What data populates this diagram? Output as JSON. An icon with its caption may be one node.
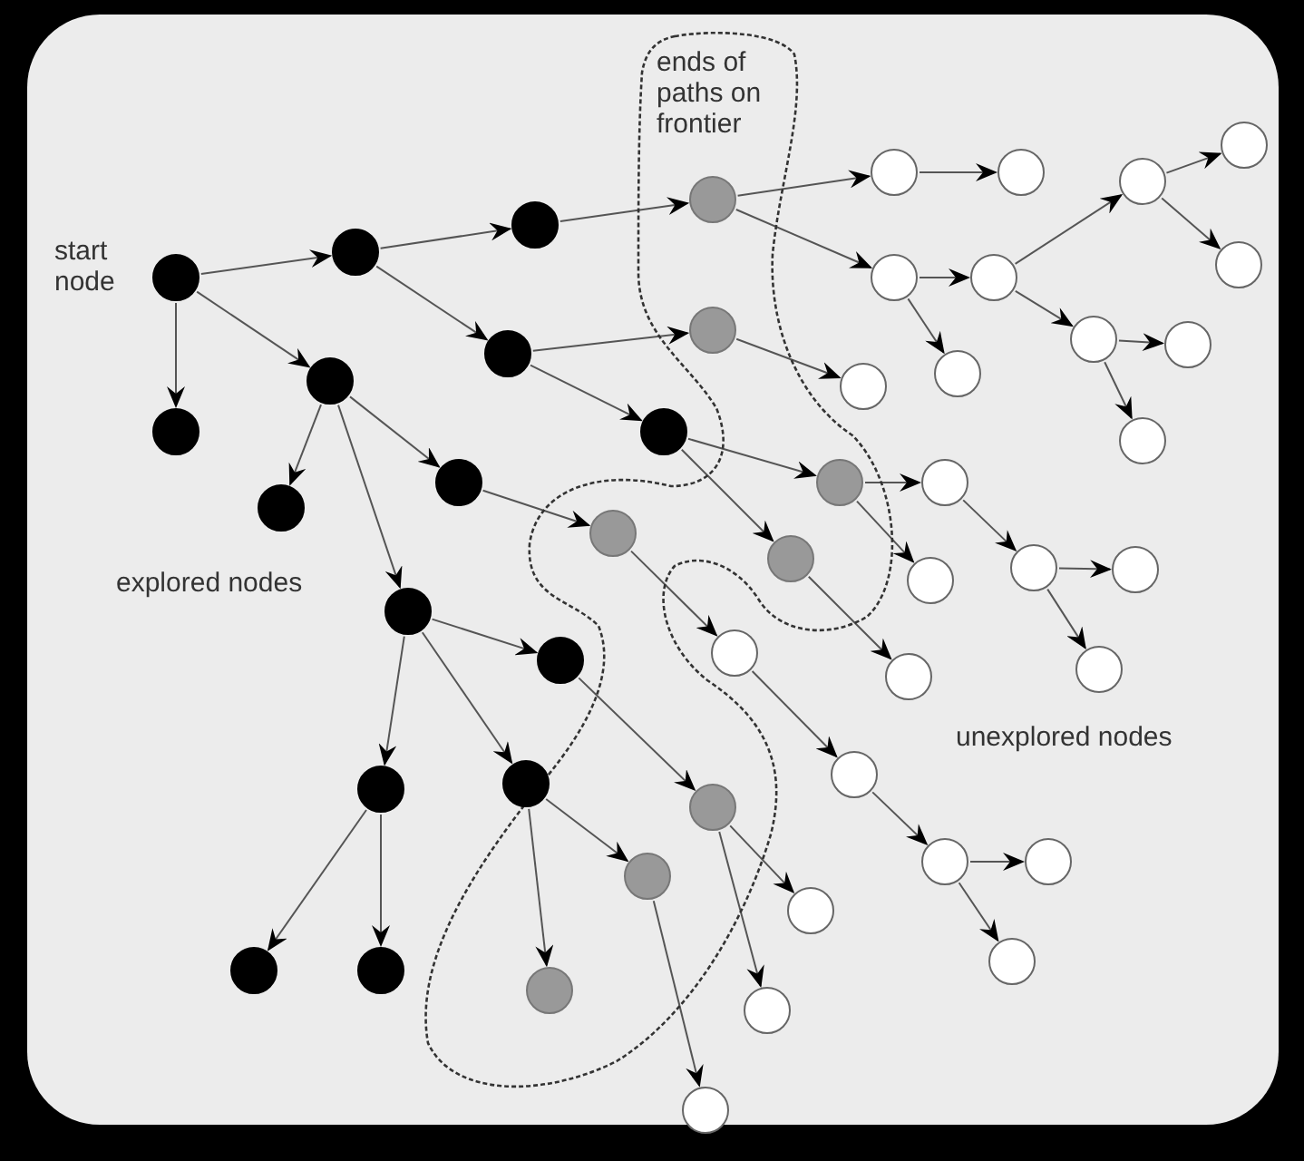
{
  "diagram": {
    "nodes": [
      {
        "text": [
          "ends of paths on frontier"
        ]
      },
      {
        "text": [],
        "shape": "circle",
        "beside": [
          "start node"
        ]
      },
      {
        "text": [],
        "shape": "circle"
      },
      {
        "text": [],
        "shape": "circle"
      },
      {
        "text": [],
        "shape": "circle"
      },
      {
        "text": [],
        "shape": "circle"
      },
      {
        "text": [],
        "shape": "circle"
      },
      {
        "text": [],
        "shape": "circle"
      },
      {
        "text": [],
        "shape": "circle"
      },
      {
        "text": [],
        "shape": "circle"
      },
      {
        "text": [],
        "shape": "circle"
      },
      {
        "text": [],
        "shape": "circle"
      },
      {
        "text": [],
        "shape": "circle"
      },
      {
        "text": [],
        "shape": "circle"
      },
      {
        "text": [],
        "shape": "circle"
      },
      {
        "text": [],
        "shape": "circle"
      },
      {
        "text": [],
        "shape": "circle",
        "in": 0
      },
      {
        "text": [],
        "shape": "circle",
        "in": 0
      },
      {
        "text": [],
        "shape": "circle",
        "in": 0
      },
      {
        "text": [],
        "shape": "circle",
        "in": 0
      },
      {
        "text": [],
        "shape": "circle",
        "in": 0
      },
      {
        "text": [],
        "shape": "circle",
        "in": 0
      },
      {
        "text": [],
        "shape": "circle",
        "in": 0
      },
      {
        "text": [],
        "shape": "circle",
        "in": 0
      },
      {
        "text": [],
        "shape": "circle"
      },
      {
        "text": [],
        "shape": "circle"
      },
      {
        "text": [],
        "shape": "circle"
      },
      {
        "text": [],
        "shape": "circle"
      },
      {
        "text": [],
        "shape": "circle"
      },
      {
        "text": [],
        "shape": "circle"
      },
      {
        "text": [],
        "shape": "circle"
      },
      {
        "text": [],
        "shape": "circle"
      },
      {
        "text": [],
        "shape": "circle"
      },
      {
        "text": [],
        "shape": "circle"
      },
      {
        "text": [],
        "shape": "circle"
      },
      {
        "text": [],
        "shape": "circle"
      },
      {
        "text": [],
        "shape": "circle"
      },
      {
        "text": [],
        "shape": "circle"
      },
      {
        "text": [],
        "shape": "circle"
      },
      {
        "text": [],
        "shape": "circle"
      },
      {
        "text": [],
        "shape": "circle"
      },
      {
        "text": [],
        "shape": "circle"
      },
      {
        "text": [],
        "shape": "circle"
      },
      {
        "text": [],
        "shape": "circle"
      },
      {
        "text": [],
        "shape": "circle"
      },
      {
        "text": [],
        "shape": "circle"
      },
      {
        "text": [],
        "shape": "circle"
      },
      {
        "text": [],
        "shape": "circle"
      },
      {
        "text": [],
        "shape": "circle"
      },
      {
        "text": [],
        "shape": "circle"
      }
    ],
    "edges": [
      {
        "from": 1,
        "to": 3,
        "arrow": "to"
      },
      {
        "from": 1,
        "to": 2,
        "arrow": "to"
      },
      {
        "from": 1,
        "to": 4,
        "arrow": "to"
      },
      {
        "from": 3,
        "to": 5,
        "arrow": "to"
      },
      {
        "from": 3,
        "to": 6,
        "arrow": "to"
      },
      {
        "from": 6,
        "to": 7,
        "arrow": "to"
      },
      {
        "from": 4,
        "to": 8,
        "arrow": "to"
      },
      {
        "from": 4,
        "to": 9,
        "arrow": "to"
      },
      {
        "from": 4,
        "to": 10,
        "arrow": "to"
      },
      {
        "from": 10,
        "to": 11,
        "arrow": "to"
      },
      {
        "from": 10,
        "to": 12,
        "arrow": "to"
      },
      {
        "from": 10,
        "to": 13,
        "arrow": "to"
      },
      {
        "from": 12,
        "to": 14,
        "arrow": "to"
      },
      {
        "from": 12,
        "to": 15,
        "arrow": "to"
      },
      {
        "from": 5,
        "to": 16,
        "arrow": "to"
      },
      {
        "from": 6,
        "to": 17,
        "arrow": "to"
      },
      {
        "from": 7,
        "to": 18,
        "arrow": "to"
      },
      {
        "from": 7,
        "to": 19,
        "arrow": "to"
      },
      {
        "from": 9,
        "to": 20,
        "arrow": "to"
      },
      {
        "from": 11,
        "to": 21,
        "arrow": "to"
      },
      {
        "from": 13,
        "to": 22,
        "arrow": "to"
      },
      {
        "from": 13,
        "to": 23,
        "arrow": "to"
      },
      {
        "from": 16,
        "to": 24,
        "arrow": "to"
      },
      {
        "from": 16,
        "to": 26,
        "arrow": "to"
      },
      {
        "from": 24,
        "to": 25,
        "arrow": "to"
      },
      {
        "from": 26,
        "to": 27,
        "arrow": "to"
      },
      {
        "from": 26,
        "to": 28,
        "arrow": "to"
      },
      {
        "from": 27,
        "to": 29,
        "arrow": "to"
      },
      {
        "from": 27,
        "to": 32,
        "arrow": "to"
      },
      {
        "from": 29,
        "to": 30,
        "arrow": "to"
      },
      {
        "from": 29,
        "to": 31,
        "arrow": "to"
      },
      {
        "from": 32,
        "to": 33,
        "arrow": "to"
      },
      {
        "from": 32,
        "to": 34,
        "arrow": "to"
      },
      {
        "from": 17,
        "to": 35,
        "arrow": "to"
      },
      {
        "from": 18,
        "to": 36,
        "arrow": "to"
      },
      {
        "from": 18,
        "to": 37,
        "arrow": "to"
      },
      {
        "from": 36,
        "to": 38,
        "arrow": "to"
      },
      {
        "from": 38,
        "to": 39,
        "arrow": "to"
      },
      {
        "from": 38,
        "to": 40,
        "arrow": "to"
      },
      {
        "from": 19,
        "to": 41,
        "arrow": "to"
      },
      {
        "from": 20,
        "to": 42,
        "arrow": "to"
      },
      {
        "from": 42,
        "to": 43,
        "arrow": "to"
      },
      {
        "from": 43,
        "to": 44,
        "arrow": "to"
      },
      {
        "from": 44,
        "to": 45,
        "arrow": "to"
      },
      {
        "from": 44,
        "to": 46,
        "arrow": "to"
      },
      {
        "from": 21,
        "to": 47,
        "arrow": "to"
      },
      {
        "from": 21,
        "to": 48,
        "arrow": "to"
      },
      {
        "from": 22,
        "to": 49,
        "arrow": "to"
      }
    ],
    "labels": [
      "explored nodes",
      "unexplored nodes"
    ]
  }
}
